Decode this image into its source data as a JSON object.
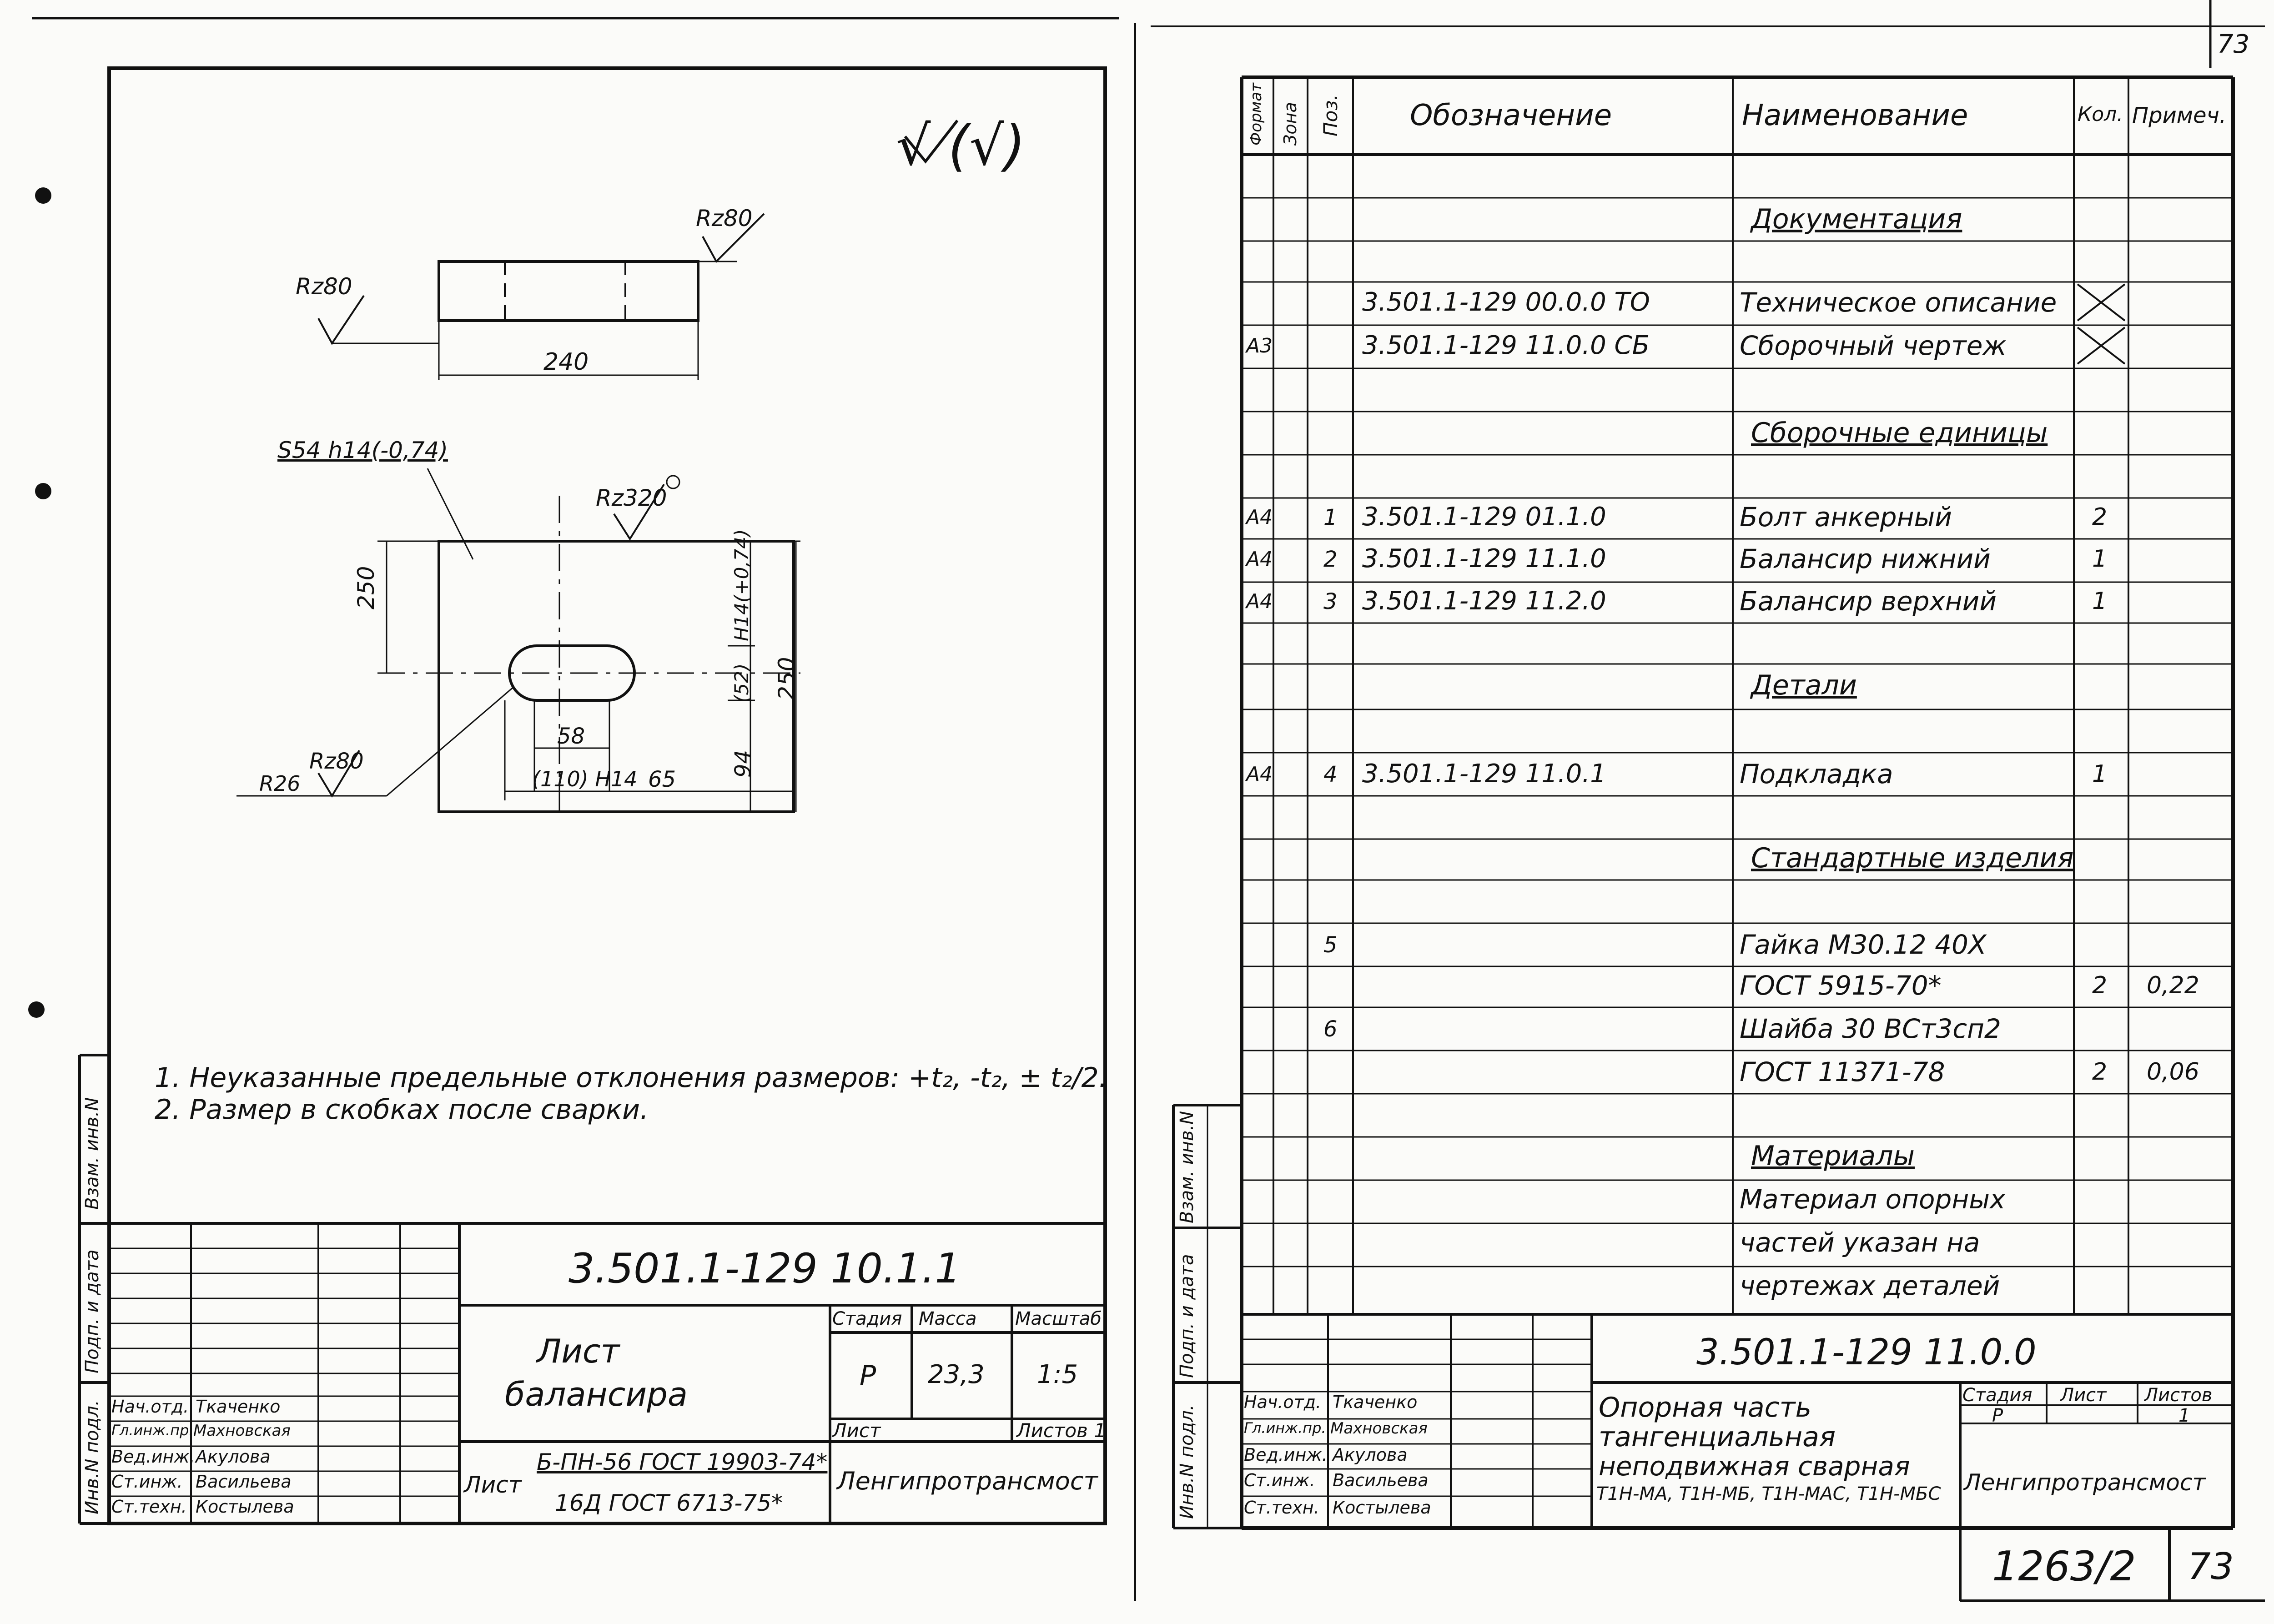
{
  "page_number_corner": "73",
  "left_sheet": {
    "roughness_general": "√ (√)",
    "ra_top_right": "Rz80",
    "ra_top_left": "Rz80",
    "dim_240": "240",
    "thickness_note": "S54 h14(-0,74)",
    "ra_center": "Rz320",
    "dim_250_left": "250",
    "dim_h14": "H14(+0,74)",
    "dim_52": "(52)",
    "dim_250_right": "250",
    "dim_58": "58",
    "dim_110": "(110) H14",
    "dim_65": "65",
    "dim_94": "94",
    "ra_slot": "Rz80",
    "r26": "R26",
    "notes": [
      "1. Неуказанные предельные отклонения размеров: +t₂, -t₂, ± t₂/2.",
      "2. Размер в скобках после сварки."
    ],
    "side_labels": [
      "Взам. инв.N",
      "Подп. и дата",
      "Инв.N подл."
    ],
    "title_block": {
      "doc_code": "3.501.1-129 10.1.1",
      "name_line1": "Лист",
      "name_line2": "балансира",
      "stage_label": "Стадия",
      "mass_label": "Масса",
      "scale_label": "Масштаб",
      "stage": "Р",
      "mass": "23,3",
      "scale": "1:5",
      "sheet_label": "Лист",
      "sheets_label": "Листов 1",
      "material_prefix": "Лист",
      "material_top": "Б-ПН-56 ГОСТ 19903-74*",
      "material_bottom": "16Д ГОСТ 6713-75*",
      "org": "Ленгипротрансмост",
      "staff": [
        {
          "role": "Нач.отд.",
          "name": "Ткаченко"
        },
        {
          "role": "Гл.инж.пр.",
          "name": "Махновская"
        },
        {
          "role": "Вед.инж.",
          "name": "Акулова"
        },
        {
          "role": "Ст.инж.",
          "name": "Васильева"
        },
        {
          "role": "Ст.техн.",
          "name": "Костылева"
        }
      ]
    }
  },
  "right_sheet": {
    "headers": {
      "format": "Формат",
      "zone": "Зона",
      "pos": "Поз.",
      "designation": "Обозначение",
      "name": "Наименование",
      "qty": "Кол.",
      "note": "Примеч."
    },
    "rows": [
      {
        "format": "",
        "pos": "",
        "designation": "",
        "name": "Документация",
        "qty": "",
        "note": "",
        "section": true
      },
      {
        "format": "",
        "pos": "",
        "designation": "3.501.1-129 00.0.0 ТО",
        "name": "Техническое описание",
        "qty": "",
        "note": "",
        "cross": true
      },
      {
        "format": "А3",
        "pos": "",
        "designation": "3.501.1-129 11.0.0 СБ",
        "name": "Сборочный чертеж",
        "qty": "",
        "note": "",
        "cross": true
      },
      {
        "format": "",
        "pos": "",
        "designation": "",
        "name": "Сборочные единицы",
        "qty": "",
        "note": "",
        "section": true
      },
      {
        "format": "А4",
        "pos": "1",
        "designation": "3.501.1-129 01.1.0",
        "name": "Болт анкерный",
        "qty": "2",
        "note": ""
      },
      {
        "format": "А4",
        "pos": "2",
        "designation": "3.501.1-129 11.1.0",
        "name": "Балансир нижний",
        "qty": "1",
        "note": ""
      },
      {
        "format": "А4",
        "pos": "3",
        "designation": "3.501.1-129 11.2.0",
        "name": "Балансир верхний",
        "qty": "1",
        "note": ""
      },
      {
        "format": "",
        "pos": "",
        "designation": "",
        "name": "Детали",
        "qty": "",
        "note": "",
        "section": true
      },
      {
        "format": "А4",
        "pos": "4",
        "designation": "3.501.1-129 11.0.1",
        "name": "Подкладка",
        "qty": "1",
        "note": ""
      },
      {
        "format": "",
        "pos": "",
        "designation": "",
        "name": "Стандартные изделия",
        "qty": "",
        "note": "",
        "section": true
      },
      {
        "format": "",
        "pos": "5",
        "designation": "",
        "name": "Гайка М30.12 40Х",
        "qty": "",
        "note": ""
      },
      {
        "format": "",
        "pos": "",
        "designation": "",
        "name": "ГОСТ 5915-70*",
        "qty": "2",
        "note": "0,22"
      },
      {
        "format": "",
        "pos": "6",
        "designation": "",
        "name": "Шайба 30 ВСт3сп2",
        "qty": "",
        "note": ""
      },
      {
        "format": "",
        "pos": "",
        "designation": "",
        "name": "ГОСТ 11371-78",
        "qty": "2",
        "note": "0,06"
      },
      {
        "format": "",
        "pos": "",
        "designation": "",
        "name": "Материалы",
        "qty": "",
        "note": "",
        "section": true
      },
      {
        "format": "",
        "pos": "",
        "designation": "",
        "name": "Материал опорных",
        "qty": "",
        "note": ""
      },
      {
        "format": "",
        "pos": "",
        "designation": "",
        "name": "частей указан на",
        "qty": "",
        "note": ""
      },
      {
        "format": "",
        "pos": "",
        "designation": "",
        "name": "чертежах деталей",
        "qty": "",
        "note": ""
      }
    ],
    "side_labels": [
      "Взам. инв.N",
      "Подп. и дата",
      "Инв.N подл."
    ],
    "title_block": {
      "doc_code": "3.501.1-129 11.0.0",
      "name_lines": [
        "Опорная часть",
        "тангенциальная",
        "неподвижная сварная",
        "Т1Н-МА, Т1Н-МБ, Т1Н-МАС, Т1Н-МБС"
      ],
      "stage_label": "Стадия",
      "sheet_label": "Лист",
      "sheets_label": "Листов",
      "stage": "Р",
      "sheets": "1",
      "org": "Ленгипротрансмост",
      "staff": [
        {
          "role": "Нач.отд.",
          "name": "Ткаченко"
        },
        {
          "role": "Гл.инж.пр.",
          "name": "Махновская"
        },
        {
          "role": "Вед.инж.",
          "name": "Акулова"
        },
        {
          "role": "Ст.инж.",
          "name": "Васильева"
        },
        {
          "role": "Ст.техн.",
          "name": "Костылева"
        }
      ]
    },
    "album_number": "1263/2",
    "page_number": "73"
  }
}
